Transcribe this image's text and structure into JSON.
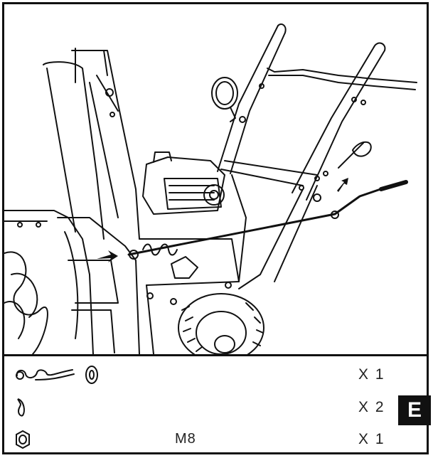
{
  "figure": {
    "section_letter": "E"
  },
  "parts_list": [
    {
      "icons": [
        "hairpin-clip-icon",
        "flat-washer-icon"
      ],
      "spec": "",
      "qty": "X 1"
    },
    {
      "icons": [
        "cable-clip-icon"
      ],
      "spec": "",
      "qty": "X 2"
    },
    {
      "icons": [
        "hex-nut-icon"
      ],
      "spec": "M8",
      "qty": "X 1"
    }
  ],
  "colors": {
    "line": "#111111",
    "background": "#ffffff",
    "badge_bg": "#111111",
    "badge_text": "#ffffff"
  }
}
